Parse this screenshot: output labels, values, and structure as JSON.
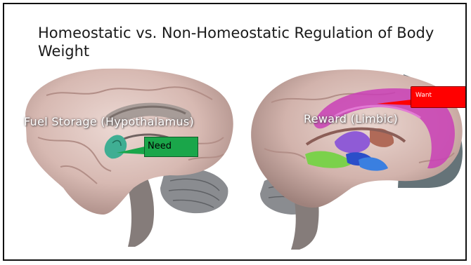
{
  "slide": {
    "title": "Homeostatic vs. Non-Homeostatic Regulation of Body Weight"
  },
  "left_brain": {
    "region_label": "Fuel Storage (Hypothalamus)",
    "callout": "Need",
    "callout_color": "#1aa64a"
  },
  "right_brain": {
    "region_label": "Reward (Limbic)",
    "callout": "Want",
    "callout_color": "#ff0000"
  }
}
